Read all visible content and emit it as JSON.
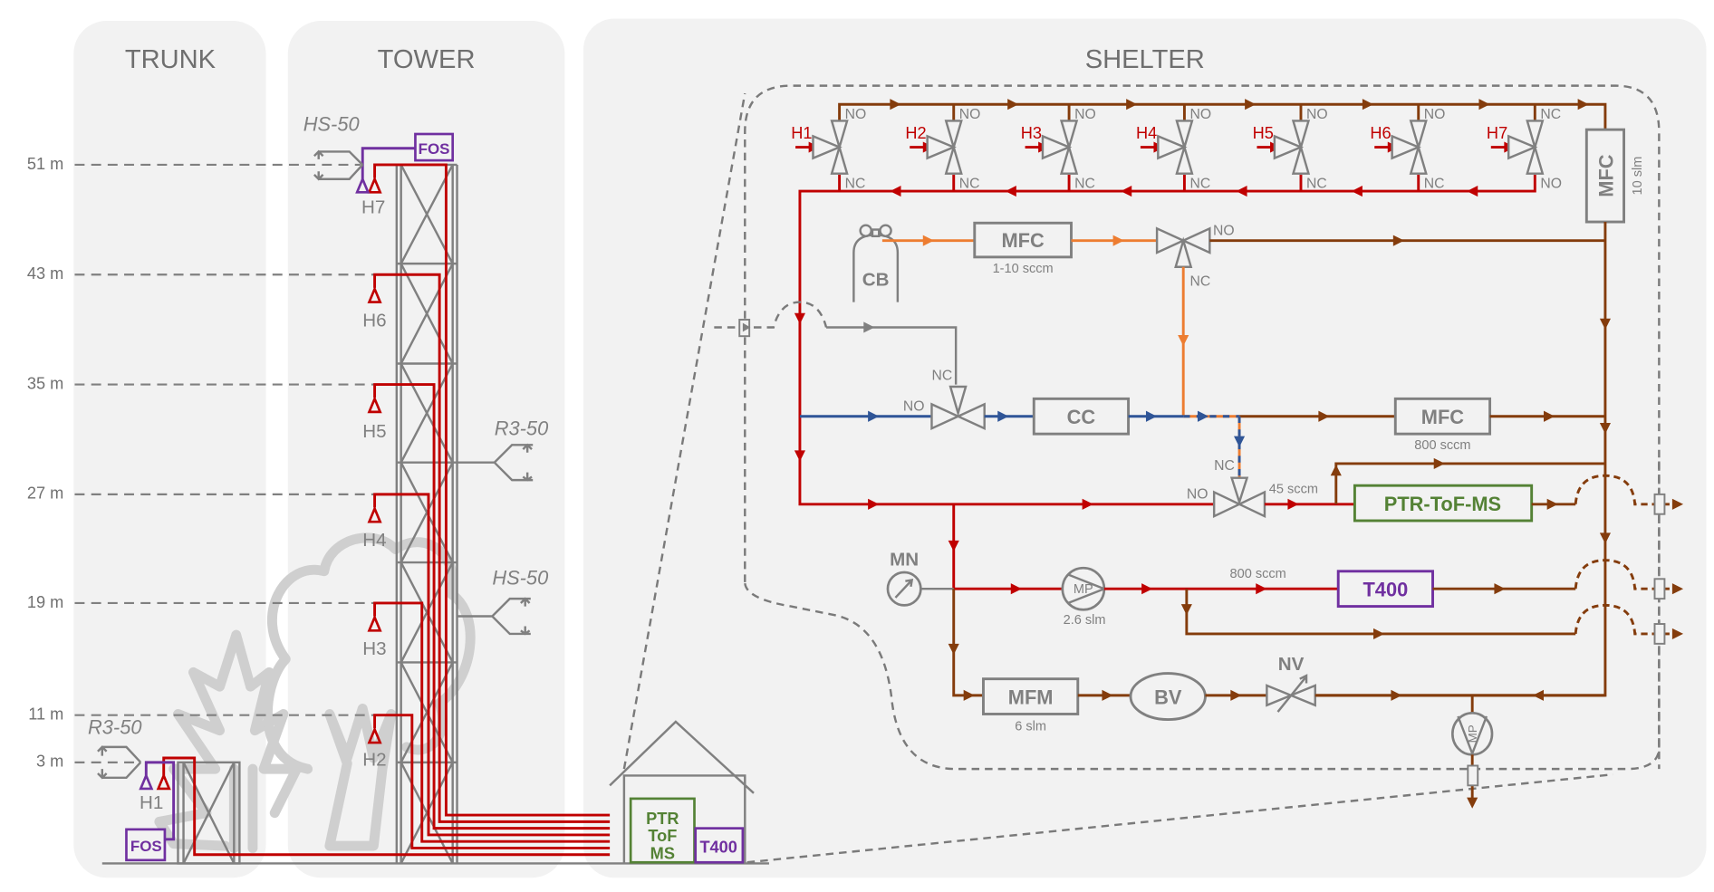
{
  "colors": {
    "inlet_line": "#c00000",
    "exhaust_line": "#843c0c",
    "calibration_line": "#ed7d31",
    "zero_air_line": "#2f5597",
    "instrument_ptr": "#548235",
    "instrument_t400": "#7030a0",
    "equipment": "#808080",
    "panel_background": "#f2f2f2"
  },
  "sections": {
    "trunk": "TRUNK",
    "tower": "TOWER",
    "shelter": "SHELTER"
  },
  "heights": [
    "51 m",
    "43 m",
    "35 m",
    "27 m",
    "19 m",
    "11 m",
    "3 m"
  ],
  "tower": {
    "inlets": [
      "H7",
      "H6",
      "H5",
      "H4",
      "H3",
      "H2",
      "H1"
    ],
    "sensors": {
      "top": "HS-50",
      "mid_upper": "R3-50",
      "mid_lower": "HS-50",
      "trunk": "R3-50"
    },
    "fos_top": "FOS",
    "fos_bottom": "FOS"
  },
  "hut": {
    "ptr": [
      "PTR",
      "ToF",
      "MS"
    ],
    "t400": "T400"
  },
  "manifold": {
    "inlets": [
      "H1",
      "H2",
      "H3",
      "H4",
      "H5",
      "H6",
      "H7"
    ],
    "top_ports": [
      "NO",
      "NO",
      "NO",
      "NO",
      "NO",
      "NO",
      "NC"
    ],
    "bottom_ports": [
      "NC",
      "NC",
      "NC",
      "NC",
      "NC",
      "NC",
      "NO"
    ],
    "mfc_main": {
      "label": "MFC",
      "rate": "10 slm"
    }
  },
  "calibration": {
    "cylinder": "CB",
    "mfc": {
      "label": "MFC",
      "rate": "1-10 sccm"
    },
    "valve_no": "NO",
    "valve_nc": "NC"
  },
  "zero": {
    "valve_nc": "NC",
    "valve_no": "NO",
    "catalytic_converter": "CC",
    "mfc": {
      "label": "MFC",
      "rate": "800 sccm"
    }
  },
  "ptr_line": {
    "valve_nc": "NC",
    "valve_no": "NO",
    "flow": "45 sccm",
    "instrument": "PTR-ToF-MS"
  },
  "t400_line": {
    "manometer": "MN",
    "pump": {
      "label": "MP",
      "rate": "2.6 slm"
    },
    "flow": "800 sccm",
    "instrument": "T400"
  },
  "bypass_line": {
    "mfm": {
      "label": "MFM",
      "rate": "6 slm"
    },
    "buffer_volume": "BV",
    "needle_valve": "NV",
    "pump": "MP"
  }
}
